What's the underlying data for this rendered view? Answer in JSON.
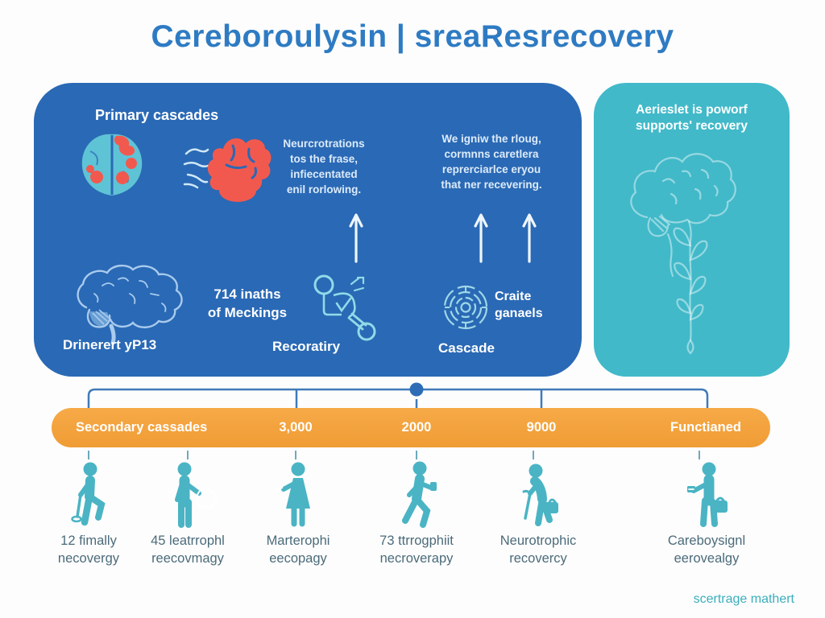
{
  "title": "Cereboroulysin | sreaResrecovery",
  "primary_panel": {
    "heading": "Primary cascades",
    "note_1": "Neurcrotrations\ntos the frase,\ninfiecentated\nenil rorlowing.",
    "note_2": "We igniw the rloug,\ncormnns caretlera\nreprerciarlce eryou\nthat ner recevering.",
    "stat": "714 inaths\nof Meckings",
    "label_brain": "Drinerert yP13",
    "label_molecule": "Recoratiry",
    "label_target": "Craite\nganaels",
    "label_cascade": "Cascade"
  },
  "side_panel": {
    "heading": "Aerieslet is poworf\nsupports' recovery"
  },
  "timeline": {
    "labels": [
      "Secondary cassades",
      "3,000",
      "2000",
      "9000",
      "Functianed"
    ]
  },
  "people": [
    {
      "icon": "person-with-cane",
      "label": "12 fimally\nnecovergy"
    },
    {
      "icon": "person-holding-bag",
      "label": "45 leatrrophl\nreecovmagy"
    },
    {
      "icon": "woman-pointing",
      "label": "Marterophi\neecopagy"
    },
    {
      "icon": "person-walking",
      "label": "73 ttrrogphiit\nnecroverapy"
    },
    {
      "icon": "person-with-cane-and-case",
      "label": "Neurotrophic\nrecovercy"
    },
    {
      "icon": "person-with-briefcase",
      "label": "Careboysignl\neerovealgy"
    }
  ],
  "footer": "scertrage mathert",
  "colors": {
    "title": "#2e7bc3",
    "panel_blue": "#2a69b5",
    "panel_teal": "#41b9c9",
    "bar_orange": "#f4a23c",
    "people_teal": "#4ab4c4",
    "coral": "#f2594e",
    "connector": "#3f7ab8",
    "label_text": "#4b6b7a",
    "footer_text": "#3aaebc"
  }
}
